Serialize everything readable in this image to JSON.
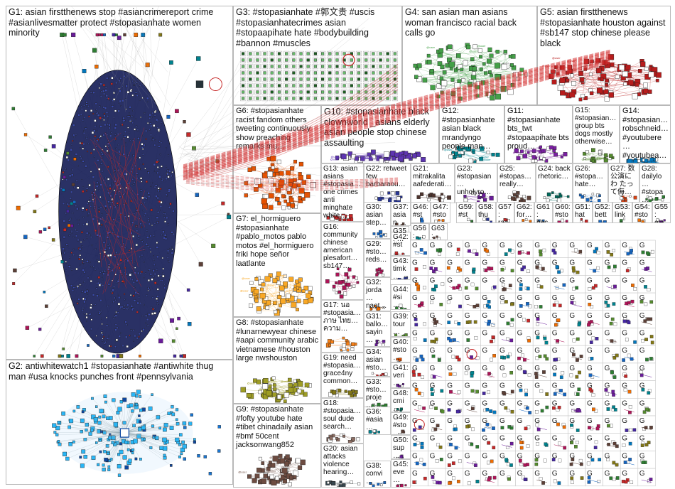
{
  "groups": [
    {
      "id": "G1",
      "label": "G1: asian firstthenews stop #asiancrimereport crime #asianlivesmatter protect #stopasianhate women minority",
      "color": "#1a237e",
      "style": "oval-main"
    },
    {
      "id": "G2",
      "label": "G2: antiwhitewatch1 #stopasianhate #antiwhite thug man #usa knocks punches front #pennsylvania",
      "color": "#1976d2",
      "style": "radial"
    },
    {
      "id": "G3",
      "label": "G3: #stopasianhate #郭文贵 #uscis #stopasianhatecrimes asian #stopaapihate hate #bodybuilding #bannon #muscles",
      "color": "#2e7d32",
      "style": "grid"
    },
    {
      "id": "G4",
      "label": "G4: san asian man asians woman francisco racial back calls go",
      "color": "#43a047",
      "style": "cluster"
    },
    {
      "id": "G5",
      "label": "G5: asian firstthenews #stopasianhate houston against #sb147 stop chinese please black",
      "color": "#b71c1c",
      "style": "cluster"
    },
    {
      "id": "G6",
      "label": "G6: #stopasianhate racist fandom others tweeting continuously show preaching remarks mu…",
      "color": "#e65100",
      "style": "cluster"
    },
    {
      "id": "G7",
      "label": "G7: el_hormiguero #stopasianhate #pablo_motos pablo motos #el_hormiguero friki hope señor laatlante",
      "color": "#f9a825",
      "style": "cluster"
    },
    {
      "id": "G8",
      "label": "G8: #stopasianhate #lunarnewyear chinese #aapi community arabic vietnamese #houston large nwshouston",
      "color": "#9e9d24",
      "style": "cluster"
    },
    {
      "id": "G9",
      "label": "G9: #stopasianhate #fofty youtube hate #tibet chinadaily asian #bmf 50cent jacksonwang852",
      "color": "#6d4c41",
      "style": "cluster"
    },
    {
      "id": "G10",
      "label": "G10: #stopasianhate black clownworld _asians elderly asian people stop chinese assaulting",
      "color": "#5e35b1",
      "style": "cluster"
    },
    {
      "id": "G11",
      "label": "G11: #stopasianhate bts_twt #stopaapihate bts proud…",
      "color": "#7b1fa2",
      "style": "cluster"
    },
    {
      "id": "G12",
      "label": "G12: #stopasianhate asian black mrandyngo people man…",
      "color": "#00838f",
      "style": "cluster"
    },
    {
      "id": "G13",
      "label": "G13: asian asians #stopasia… one crimes anti minghate white…",
      "color": "#c62828",
      "style": "cluster"
    },
    {
      "id": "G14",
      "label": "G14: #stopasian… robschneid… #youtubere… #youtubea…",
      "color": "#0277bd",
      "style": "cluster"
    },
    {
      "id": "G15",
      "label": "G15: #stopasian… group bts dogs mostly otherwise…",
      "color": "#558b2f",
      "style": "cluster"
    },
    {
      "id": "G16",
      "label": "G16: community chinese american plesafort… sb147…",
      "color": "#ad1457",
      "style": "cluster"
    },
    {
      "id": "G17",
      "label": "G17: นอ #stopasia… ภาษ ไทย… ความ…",
      "color": "#f57f17",
      "style": "cluster"
    },
    {
      "id": "G18",
      "label": "G18: #stopasia… soul dude search…",
      "color": "#8d6e63",
      "style": "cluster"
    },
    {
      "id": "G19",
      "label": "G19: need #stopasia… grace4ny common…",
      "color": "#827717",
      "style": "cluster"
    },
    {
      "id": "G20",
      "label": "G20: asian attacks violence hearing…",
      "color": "#37474f",
      "style": "cluster"
    },
    {
      "id": "G21",
      "label": "G21: mitrakalita aafederati…",
      "color": "#4e342e",
      "style": "cluster"
    },
    {
      "id": "G22",
      "label": "G22: retweet few barbaraou…",
      "color": "#283593",
      "style": "cluster"
    },
    {
      "id": "G23",
      "label": "G23: #stopasian… unholyro…",
      "color": "#6a1b9a",
      "style": "cluster"
    },
    {
      "id": "G24",
      "label": "G24: back rhetoric…",
      "color": "#00695c",
      "style": "cluster"
    },
    {
      "id": "G25",
      "label": "G25: #stopas… really…",
      "color": "#5d4037",
      "style": "cluster"
    },
    {
      "id": "G26",
      "label": "G26: #stopa… hate…",
      "color": "#1565c0",
      "style": "cluster"
    },
    {
      "id": "G27",
      "label": "G27: 数 公演にわ たって侮…",
      "color": "#d84315",
      "style": "cluster"
    },
    {
      "id": "G28",
      "label": "G28: dailylo… #stopa…",
      "color": "#2e7d32",
      "style": "cluster"
    },
    {
      "id": "G29",
      "label": "G29: #sto… reds…",
      "color": "#ad1457",
      "style": "cluster"
    },
    {
      "id": "G30",
      "label": "G30: asian step…",
      "color": "#1565c0",
      "style": "cluster"
    },
    {
      "id": "G31",
      "label": "G31: ballo… sayin…",
      "color": "#6a1b9a",
      "style": "cluster"
    },
    {
      "id": "G32",
      "label": "G32: jorda… naot…",
      "color": "#ef6c00",
      "style": "cluster"
    },
    {
      "id": "G33",
      "label": "G33: #sto… proje…",
      "color": "#2e7d32",
      "style": "cluster"
    },
    {
      "id": "G34",
      "label": "G34: asian #sto…",
      "color": "#c62828",
      "style": "cluster"
    },
    {
      "id": "G35",
      "label": "G35: …",
      "color": "#4527a0",
      "style": "cluster"
    },
    {
      "id": "G36",
      "label": "G36: #asia…",
      "color": "#00838f",
      "style": "cluster"
    },
    {
      "id": "G37",
      "label": "G37: asian elon…",
      "color": "#5d4037",
      "style": "cluster"
    },
    {
      "id": "G38",
      "label": "G38: convi…",
      "color": "#1565c0",
      "style": "cluster"
    },
    {
      "id": "G39",
      "label": "G39: tour…",
      "color": "#558b2f",
      "style": "cluster"
    },
    {
      "id": "G40",
      "label": "G40: #sto… ub…",
      "color": "#e65100",
      "style": "cluster"
    },
    {
      "id": "G41",
      "label": "G41: veri…",
      "color": "#6a1b9a",
      "style": "cluster"
    },
    {
      "id": "G42",
      "label": "G42: #st…",
      "color": "#c62828",
      "style": "cluster"
    },
    {
      "id": "G43",
      "label": "G43: timk…",
      "color": "#283593",
      "style": "cluster"
    },
    {
      "id": "G44",
      "label": "G44: #si…",
      "color": "#2e7d32",
      "style": "cluster"
    },
    {
      "id": "G45",
      "label": "G45: eve…",
      "color": "#ad1457",
      "style": "cluster"
    },
    {
      "id": "G46",
      "label": "G46: #st…",
      "color": "#1565c0",
      "style": "cluster"
    },
    {
      "id": "G47",
      "label": "G47: #sto…",
      "color": "#ef6c00",
      "style": "cluster"
    },
    {
      "id": "G48",
      "label": "G48: cmi…",
      "color": "#00695c",
      "style": "cluster"
    },
    {
      "id": "G49",
      "label": "G49: #sto…",
      "color": "#5d4037",
      "style": "cluster"
    },
    {
      "id": "G50",
      "label": "G50: sup…",
      "color": "#6a1b9a",
      "style": "cluster"
    },
    {
      "id": "G51",
      "label": "G51: hat…",
      "color": "#c62828",
      "style": "cluster"
    },
    {
      "id": "G52",
      "label": "G52: bett…",
      "color": "#1565c0",
      "style": "cluster"
    },
    {
      "id": "G53",
      "label": "G53: link…",
      "color": "#2e7d32",
      "style": "cluster"
    },
    {
      "id": "G54",
      "label": "G54: #sto…",
      "color": "#ef6c00",
      "style": "cluster"
    },
    {
      "id": "G55",
      "label": "G55: ele…",
      "color": "#6a1b9a",
      "style": "cluster"
    },
    {
      "id": "G56",
      "label": "G56: …",
      "color": "#00838f",
      "style": "cluster"
    },
    {
      "id": "G57",
      "label": "G57: rac…",
      "color": "#c62828",
      "style": "cluster"
    },
    {
      "id": "G58",
      "label": "G58: thu…",
      "color": "#283593",
      "style": "cluster"
    },
    {
      "id": "G59",
      "label": "G59: #st…",
      "color": "#2e7d32",
      "style": "cluster"
    },
    {
      "id": "G60",
      "label": "G60: #sto…",
      "color": "#ad1457",
      "style": "cluster"
    },
    {
      "id": "G61",
      "label": "G61: hec…",
      "color": "#1565c0",
      "style": "cluster"
    },
    {
      "id": "G62",
      "label": "G62: for…",
      "color": "#ef6c00",
      "style": "cluster"
    },
    {
      "id": "G63",
      "label": "G63: G…",
      "color": "#5d4037",
      "style": "cluster"
    }
  ],
  "mini_cluster_palette": [
    "#1565c0",
    "#2e7d32",
    "#c62828",
    "#6a1b9a",
    "#ef6c00",
    "#00838f",
    "#ad1457",
    "#558b2f",
    "#4527a0",
    "#5d4037",
    "#0277bd",
    "#827717"
  ]
}
